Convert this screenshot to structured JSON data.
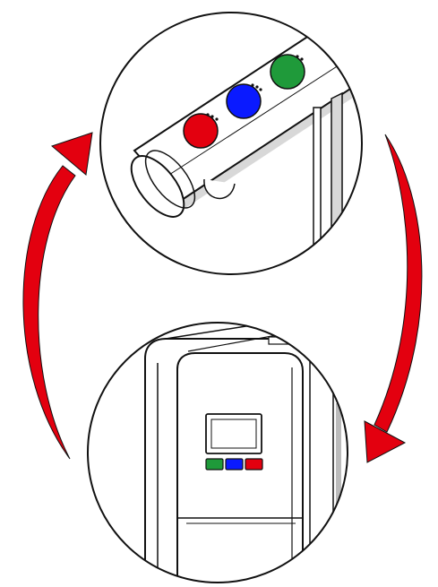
{
  "diagram": {
    "type": "illustration",
    "panels": [
      {
        "name": "faucet-closeup",
        "buttons": [
          "red",
          "blue",
          "green"
        ]
      },
      {
        "name": "unit-front-panel",
        "buttons": [
          "green",
          "blue",
          "red"
        ]
      }
    ],
    "arrows": [
      {
        "name": "left-arrow",
        "direction": "up"
      },
      {
        "name": "right-arrow",
        "direction": "down"
      }
    ]
  },
  "colors": {
    "arrow": "#e3000f",
    "red_button": "#e3000f",
    "blue_button": "#0a1aff",
    "green_button": "#1f9a3a",
    "stroke": "#111111",
    "background": "#ffffff",
    "shadow": "#d8d8d8"
  }
}
